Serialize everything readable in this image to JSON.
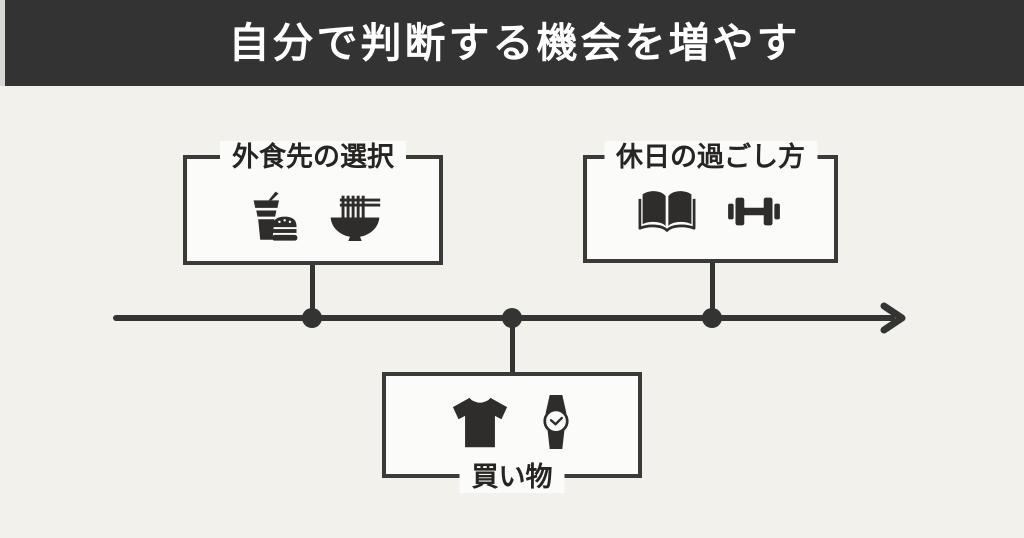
{
  "header": {
    "title": "自分で判断する機会を増やす"
  },
  "boxes": [
    {
      "label": "外食先の選択",
      "icons": [
        "fastfood-icon",
        "ramen-icon"
      ]
    },
    {
      "label": "休日の過ごし方",
      "icons": [
        "book-icon",
        "dumbbell-icon"
      ]
    },
    {
      "label": "買い物",
      "icons": [
        "tshirt-icon",
        "watch-icon"
      ]
    }
  ],
  "timeline": {
    "dots": 3,
    "arrow_direction": "right"
  },
  "colors": {
    "header_bg": "#333333",
    "header_text": "#ffffff",
    "canvas_bg": "#f2f1ec",
    "card_bg": "#fbfbf9",
    "line": "#343433",
    "icon": "#2e2d2b"
  }
}
